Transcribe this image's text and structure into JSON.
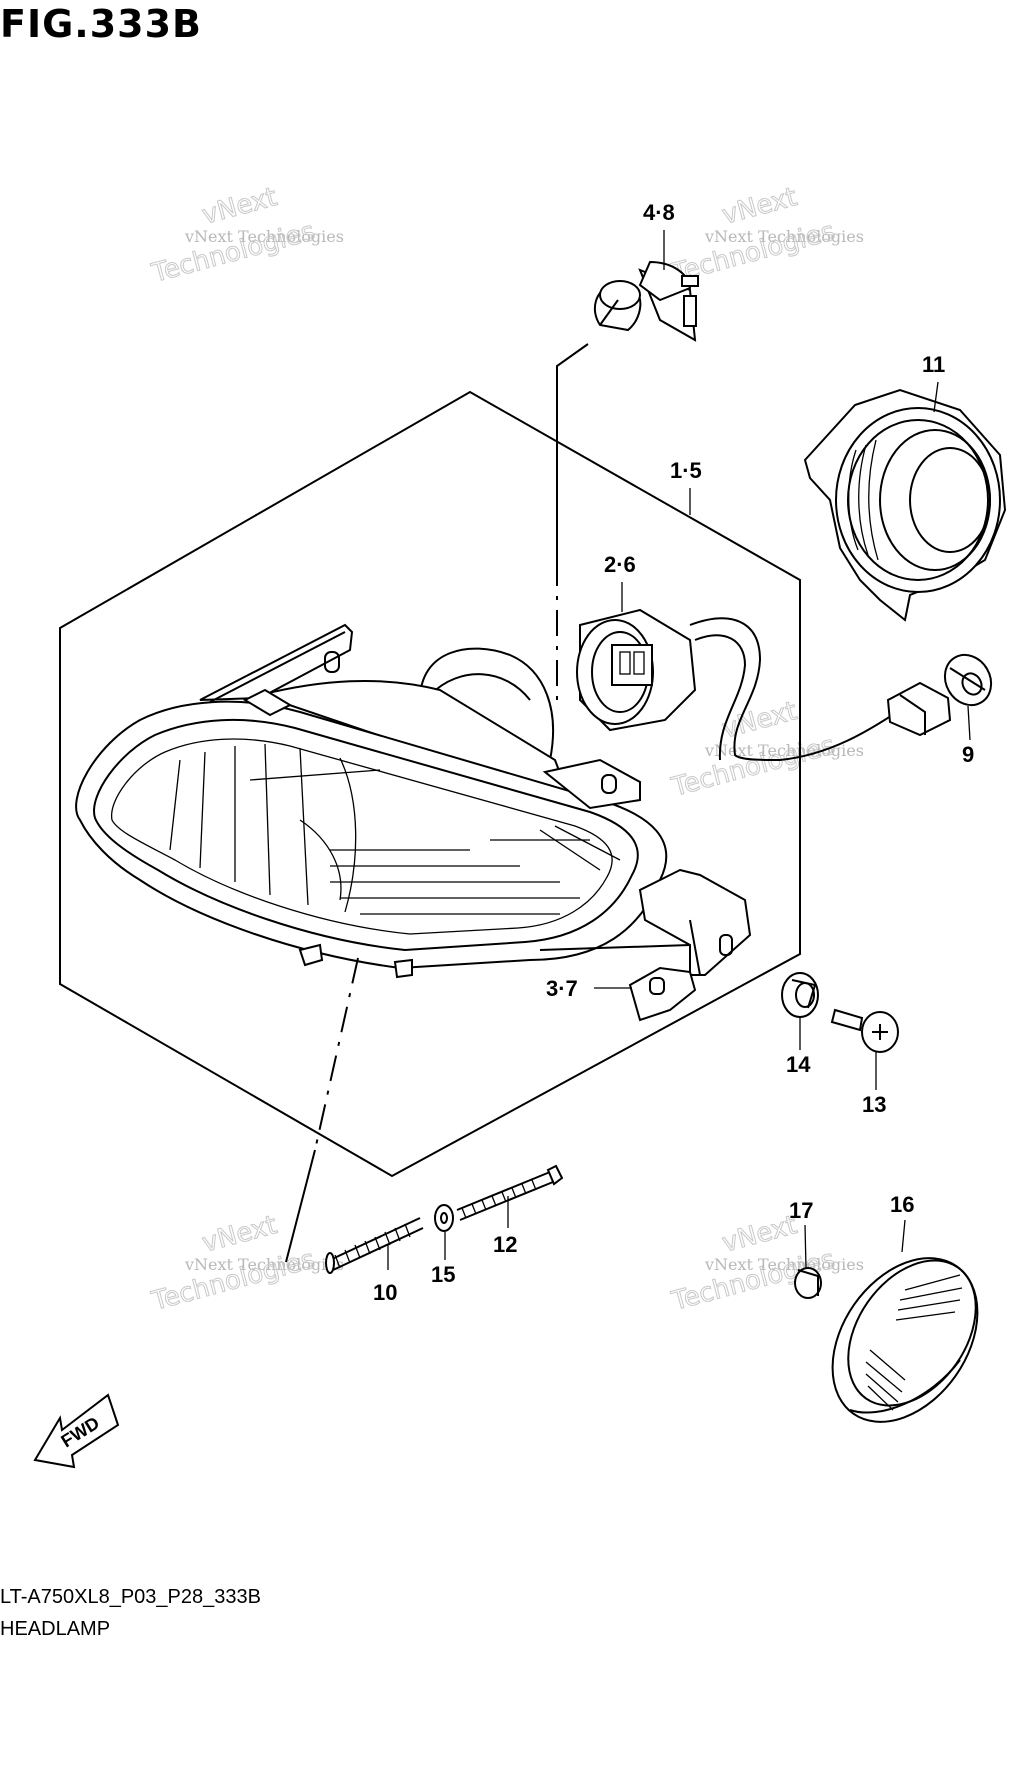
{
  "figure": {
    "title": "FIG.333B",
    "code": "LT-A750XL8_P03_P28_333B",
    "name": "HEADLAMP"
  },
  "callouts": [
    "4·8",
    "11",
    "1·5",
    "2·6",
    "9",
    "3·7",
    "14",
    "13",
    "12",
    "15",
    "10",
    "17",
    "16"
  ],
  "fwd_label": "FWD",
  "watermark": {
    "line1": "vNext Technologies",
    "line2": "vNext",
    "line3": "Technologies"
  }
}
